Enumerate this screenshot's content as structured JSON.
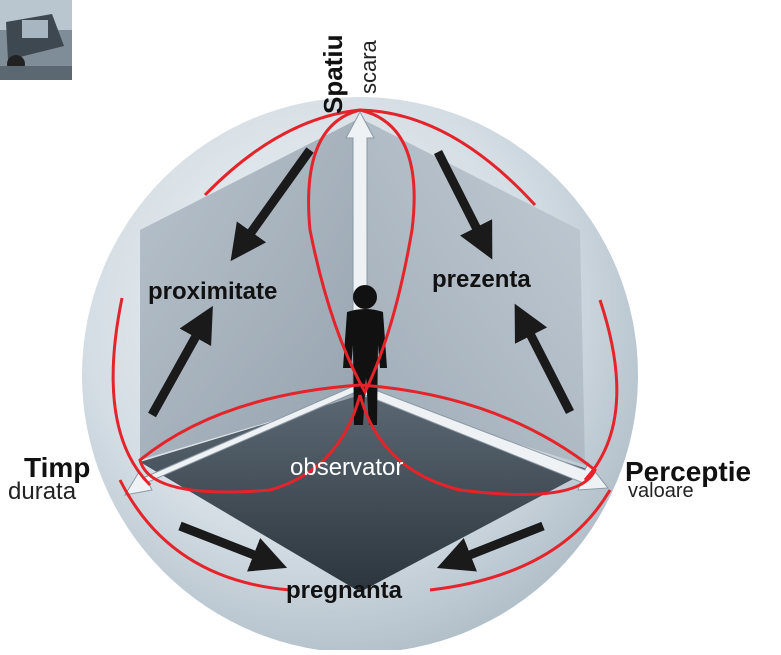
{
  "axes": {
    "space": {
      "name": "Spatiu",
      "sub": "scara"
    },
    "time": {
      "name": "Timp",
      "sub": "durata"
    },
    "perception": {
      "name": "Perceptie",
      "sub": "valoare"
    }
  },
  "regions": {
    "left_wall": "proximitate",
    "right_wall": "prezenta",
    "floor_center": "observator",
    "bottom": "pregnanta"
  },
  "colors": {
    "loop": "#e5232a",
    "arrow": "#1a1a1a",
    "sphere": "#c7d3dc",
    "floor": "#3a4550",
    "wall": "#aab5c0"
  },
  "icons": [
    "photo-thumbnail",
    "person-silhouette"
  ]
}
